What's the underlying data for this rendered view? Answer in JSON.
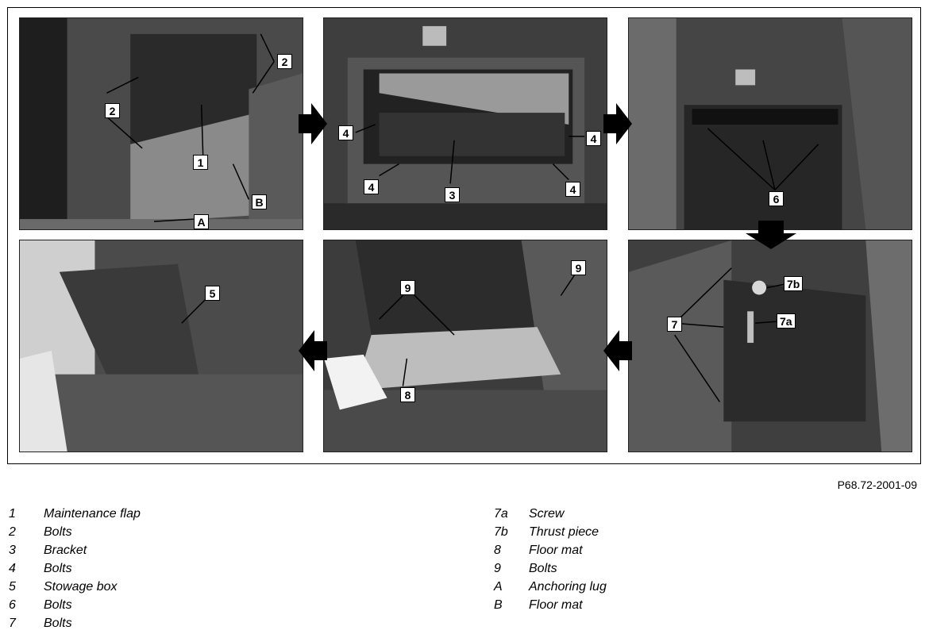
{
  "figure_ref": "P68.72-2001-09",
  "callouts": {
    "c1": "1",
    "c2": "2",
    "c3": "3",
    "c4": "4",
    "c5": "5",
    "c6": "6",
    "c7": "7",
    "c7a": "7a",
    "c7b": "7b",
    "c8": "8",
    "c9": "9",
    "cA": "A",
    "cB": "B"
  },
  "legend": {
    "left": [
      {
        "key": "1",
        "text": "Maintenance flap"
      },
      {
        "key": "2",
        "text": "Bolts"
      },
      {
        "key": "3",
        "text": "Bracket"
      },
      {
        "key": "4",
        "text": "Bolts"
      },
      {
        "key": "5",
        "text": "Stowage box"
      },
      {
        "key": "6",
        "text": "Bolts"
      },
      {
        "key": "7",
        "text": "Bolts"
      }
    ],
    "right": [
      {
        "key": "7a",
        "text": "Screw"
      },
      {
        "key": "7b",
        "text": "Thrust piece"
      },
      {
        "key": "8",
        "text": "Floor mat"
      },
      {
        "key": "9",
        "text": "Bolts"
      },
      {
        "key": "A",
        "text": "Anchoring lug"
      },
      {
        "key": "B",
        "text": "Floor mat"
      }
    ]
  },
  "colors": {
    "photo_dark": "#2e2e2e",
    "photo_mid": "#6a6a6a",
    "photo_light": "#b4b4b4",
    "arrow": "#000000"
  }
}
